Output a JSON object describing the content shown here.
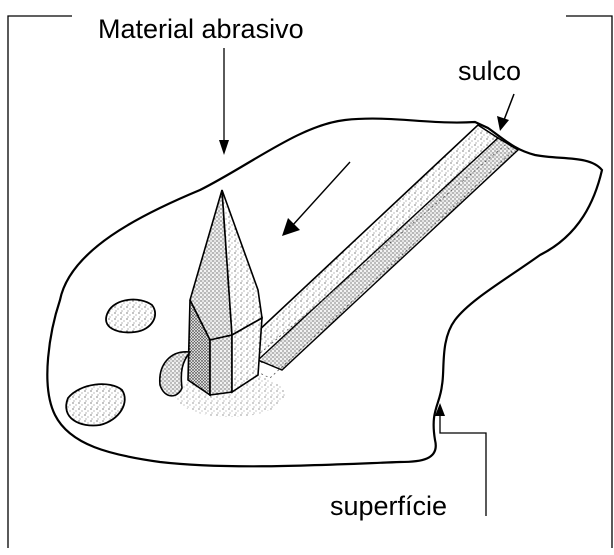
{
  "labels": {
    "abrasive_material": "Material abrasivo",
    "groove": "sulco",
    "surface": "superfície"
  }
}
